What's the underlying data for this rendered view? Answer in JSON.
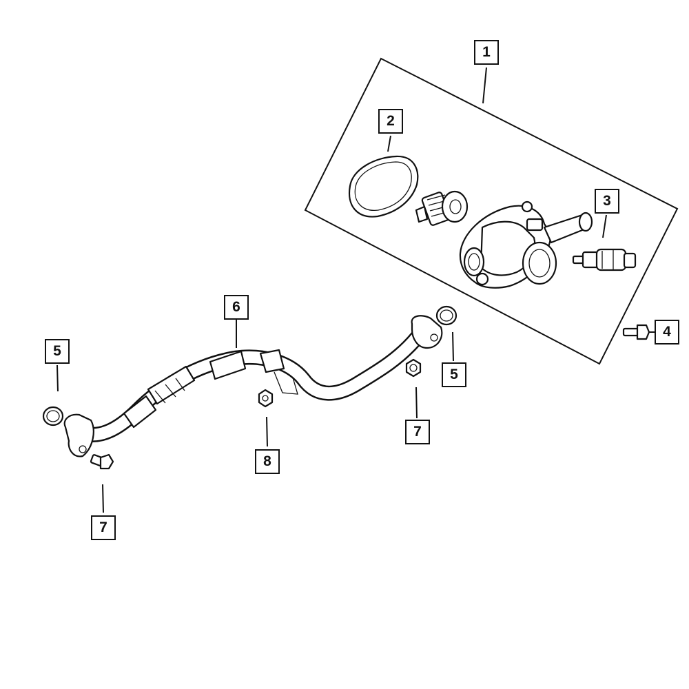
{
  "callouts": [
    {
      "id": "c1",
      "label": "1",
      "part": "thermostat housing assembly"
    },
    {
      "id": "c2",
      "label": "2",
      "part": "gasket"
    },
    {
      "id": "c3",
      "label": "3",
      "part": "temperature sensor"
    },
    {
      "id": "c4",
      "label": "4",
      "part": "bolt"
    },
    {
      "id": "c5a",
      "label": "5",
      "part": "o-ring"
    },
    {
      "id": "c5b",
      "label": "5",
      "part": "o-ring"
    },
    {
      "id": "c6",
      "label": "6",
      "part": "coolant tube"
    },
    {
      "id": "c7a",
      "label": "7",
      "part": "bolt"
    },
    {
      "id": "c7b",
      "label": "7",
      "part": "bolt"
    },
    {
      "id": "c8",
      "label": "8",
      "part": "nut"
    }
  ]
}
